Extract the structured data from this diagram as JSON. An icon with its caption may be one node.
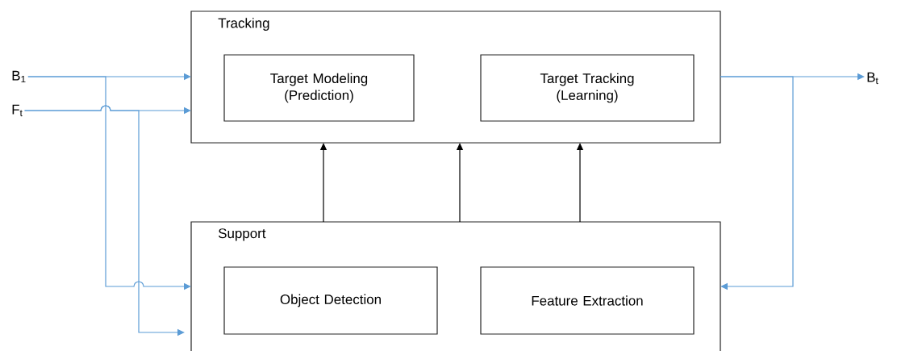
{
  "diagram": {
    "nodes": [
      {
        "text": [
          "Tracking"
        ]
      },
      {
        "text": [
          "Target Modeling (Prediction)"
        ],
        "in": 0
      },
      {
        "text": [
          "Target Tracking (Learning)"
        ],
        "in": 0
      },
      {
        "text": [
          "Support"
        ]
      },
      {
        "text": [
          "Object Detection"
        ],
        "in": 3
      },
      {
        "text": [
          "Feature Extraction"
        ],
        "in": 3
      },
      {
        "text": [
          "B$_{1}$"
        ]
      },
      {
        "text": [
          "F$_{t}$"
        ]
      },
      {
        "text": [
          "B$_{t}$"
        ]
      }
    ],
    "edges": [
      {
        "from": 6,
        "to": 0,
        "arrow": "to"
      },
      {
        "from": 7,
        "to": 0,
        "arrow": "to"
      },
      {
        "from": 6,
        "to": 3,
        "arrow": "to"
      },
      {
        "from": 7,
        "to": 3,
        "arrow": "to"
      },
      {
        "from": 3,
        "to": 0,
        "arrow": "to",
        "color": "#000000"
      },
      {
        "from": 3,
        "to": 0,
        "arrow": "to",
        "color": "#000000"
      },
      {
        "from": 3,
        "to": 0,
        "arrow": "to",
        "color": "#000000"
      },
      {
        "from": 0,
        "to": 8,
        "arrow": "to"
      },
      {
        "from": 0,
        "to": 3,
        "arrow": "to"
      }
    ]
  }
}
